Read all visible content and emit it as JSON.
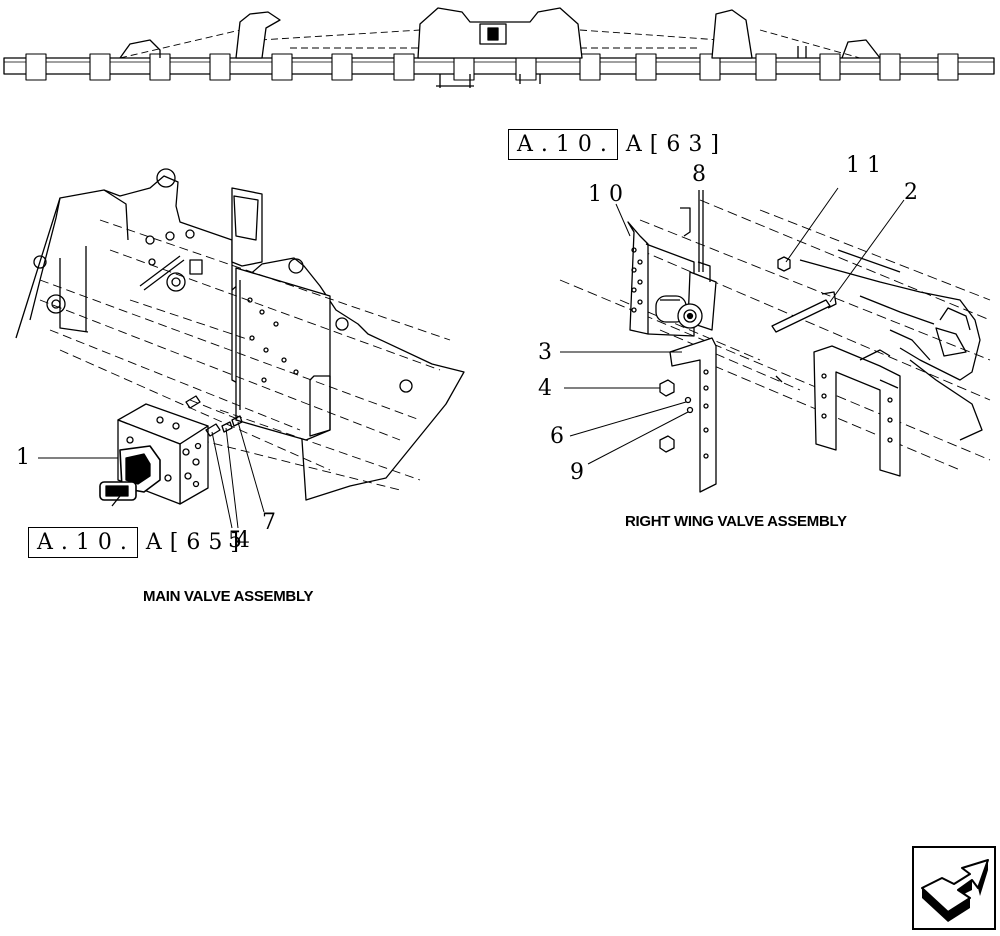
{
  "main_view": {
    "title": "MAIN VALVE ASSEMBLY",
    "reference": {
      "boxed": "A.10.",
      "rest": "A[65]"
    },
    "callouts": [
      "1",
      "5",
      "4",
      "7"
    ]
  },
  "wing_view": {
    "title": "RIGHT WING VALVE ASSEMBLY",
    "reference": {
      "boxed": "A.10.",
      "rest": "A[63]"
    },
    "callouts": [
      "10",
      "8",
      "11",
      "2",
      "3",
      "4",
      "6",
      "9"
    ]
  },
  "navigation": {
    "icon": "arrow-icon"
  }
}
